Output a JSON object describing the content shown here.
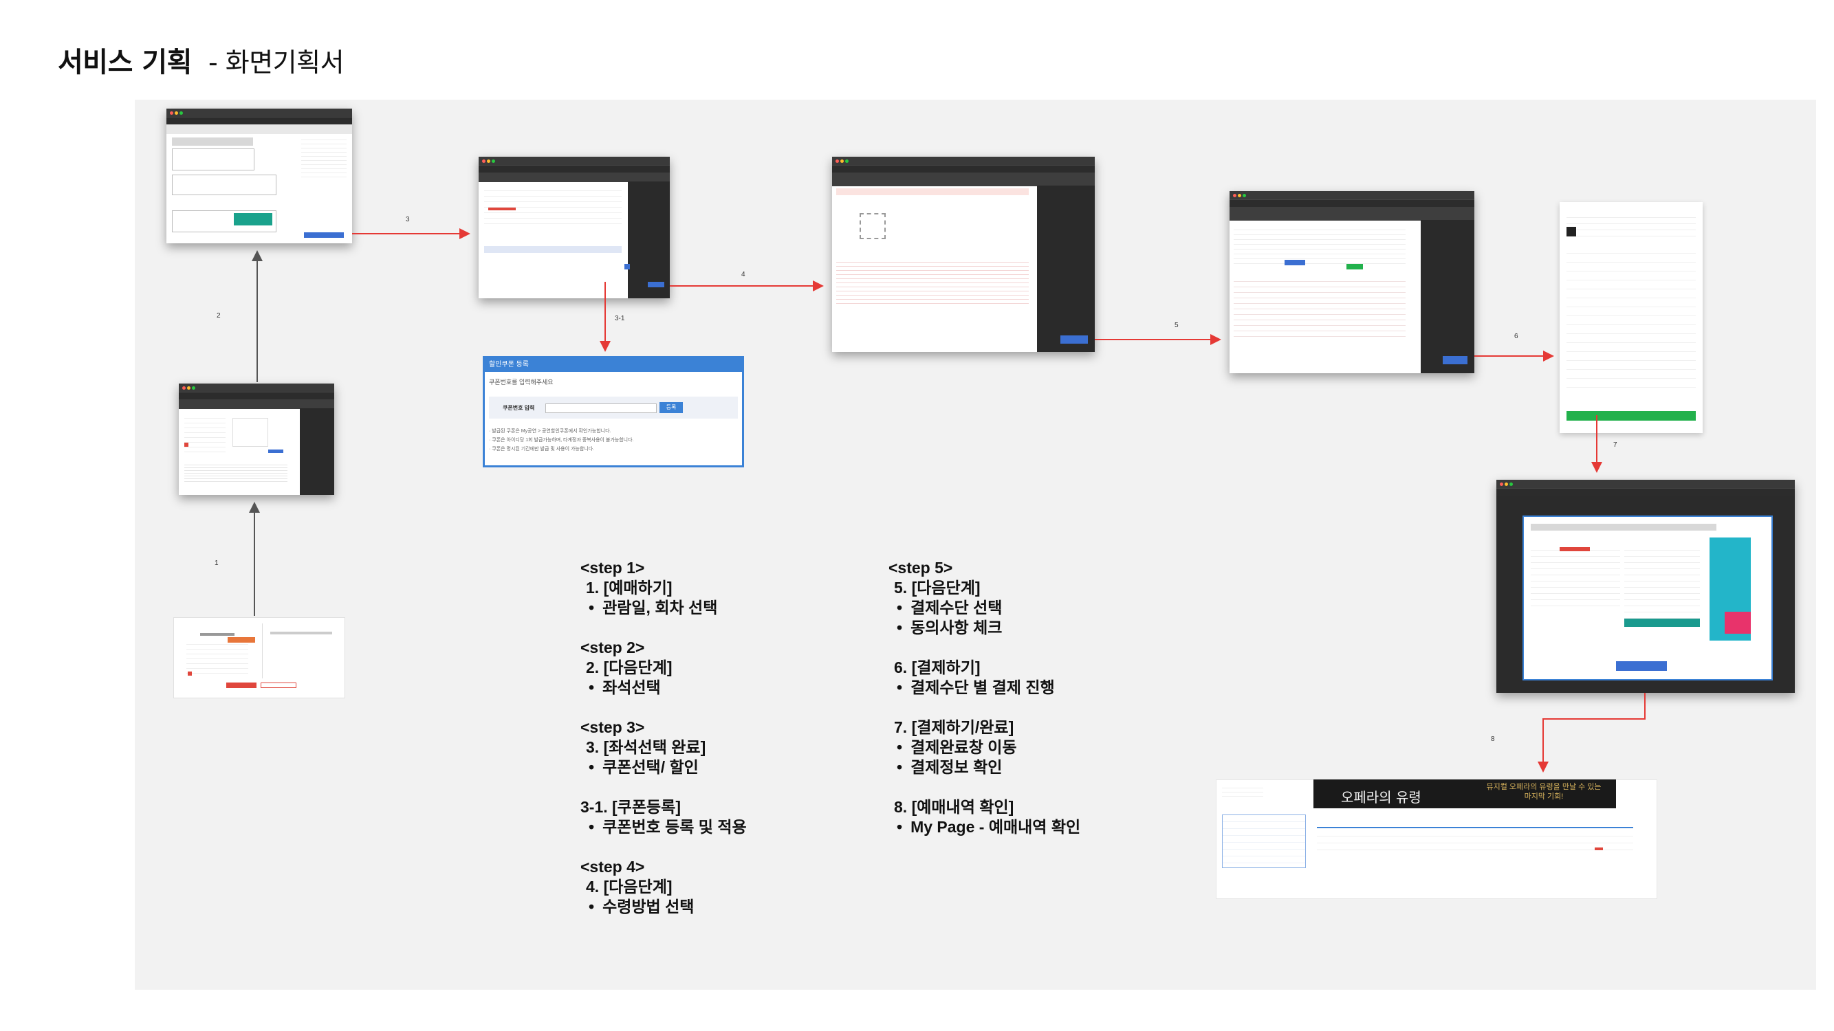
{
  "page": {
    "title": "서비스 기획",
    "subtitle": "- 화면기획서"
  },
  "arrows": {
    "labels": [
      "1",
      "2",
      "3",
      "3-1",
      "4",
      "5",
      "6",
      "7",
      "8"
    ],
    "color": "#e53935"
  },
  "coupon_popup": {
    "title": "할인쿠폰 등록",
    "description": "쿠폰번호를 입력해주세요",
    "field_label": "쿠폰번호 입력",
    "register_button": "등록",
    "notes": [
      "· 발급된 쿠폰은 My공연 > 공연할인쿠폰에서 확인가능합니다.",
      "· 쿠폰은 아이디당 1회 발급가능하며, 타계정과 중복사용이 불가능합니다.",
      "· 쿠폰은 명시된 기간에만 발급 및 사용이 가능합니다."
    ]
  },
  "mypage_banner": {
    "title": "오페라의 유령",
    "tagline": "뮤지컬 오페라의 유령을 만날 수 있는 마지막 기회!"
  },
  "steps_left": {
    "s1_header": "<step 1>",
    "s1_item": "1. [예매하기]",
    "s1_bullet": "관람일, 회차 선택",
    "s2_header": "<step 2>",
    "s2_item": "2. [다음단계]",
    "s2_bullet": "좌석선택",
    "s3_header": "<step 3>",
    "s3_item": "3. [좌석선택 완료]",
    "s3_bullet": "쿠폰선택/ 할인",
    "s31_item": "3-1. [쿠폰등록]",
    "s31_bullet": "쿠폰번호 등록 및 적용",
    "s4_header": "<step 4>",
    "s4_item": "4. [다음단계]",
    "s4_bullet": "수령방법 선택"
  },
  "steps_right": {
    "s5_header": "<step 5>",
    "s5_item": "5. [다음단계]",
    "s5_bullet1": "결제수단 선택",
    "s5_bullet2": "동의사항 체크",
    "s6_item": "6. [결제하기]",
    "s6_bullet": "결제수단 별 결제 진행",
    "s7_item": "7. [결제하기/완료]",
    "s7_bullet1": "결제완료창 이동",
    "s7_bullet2": "결제정보 확인",
    "s8_item": "8. [예매내역 확인]",
    "s8_bullet": "My Page - 예매내역 확인"
  },
  "colors": {
    "canvas": "#f2f2f2",
    "accent_blue": "#3b6fd2",
    "accent_red": "#e0463c",
    "accent_green": "#22b14c",
    "window_chrome": "#3a3a3a"
  }
}
